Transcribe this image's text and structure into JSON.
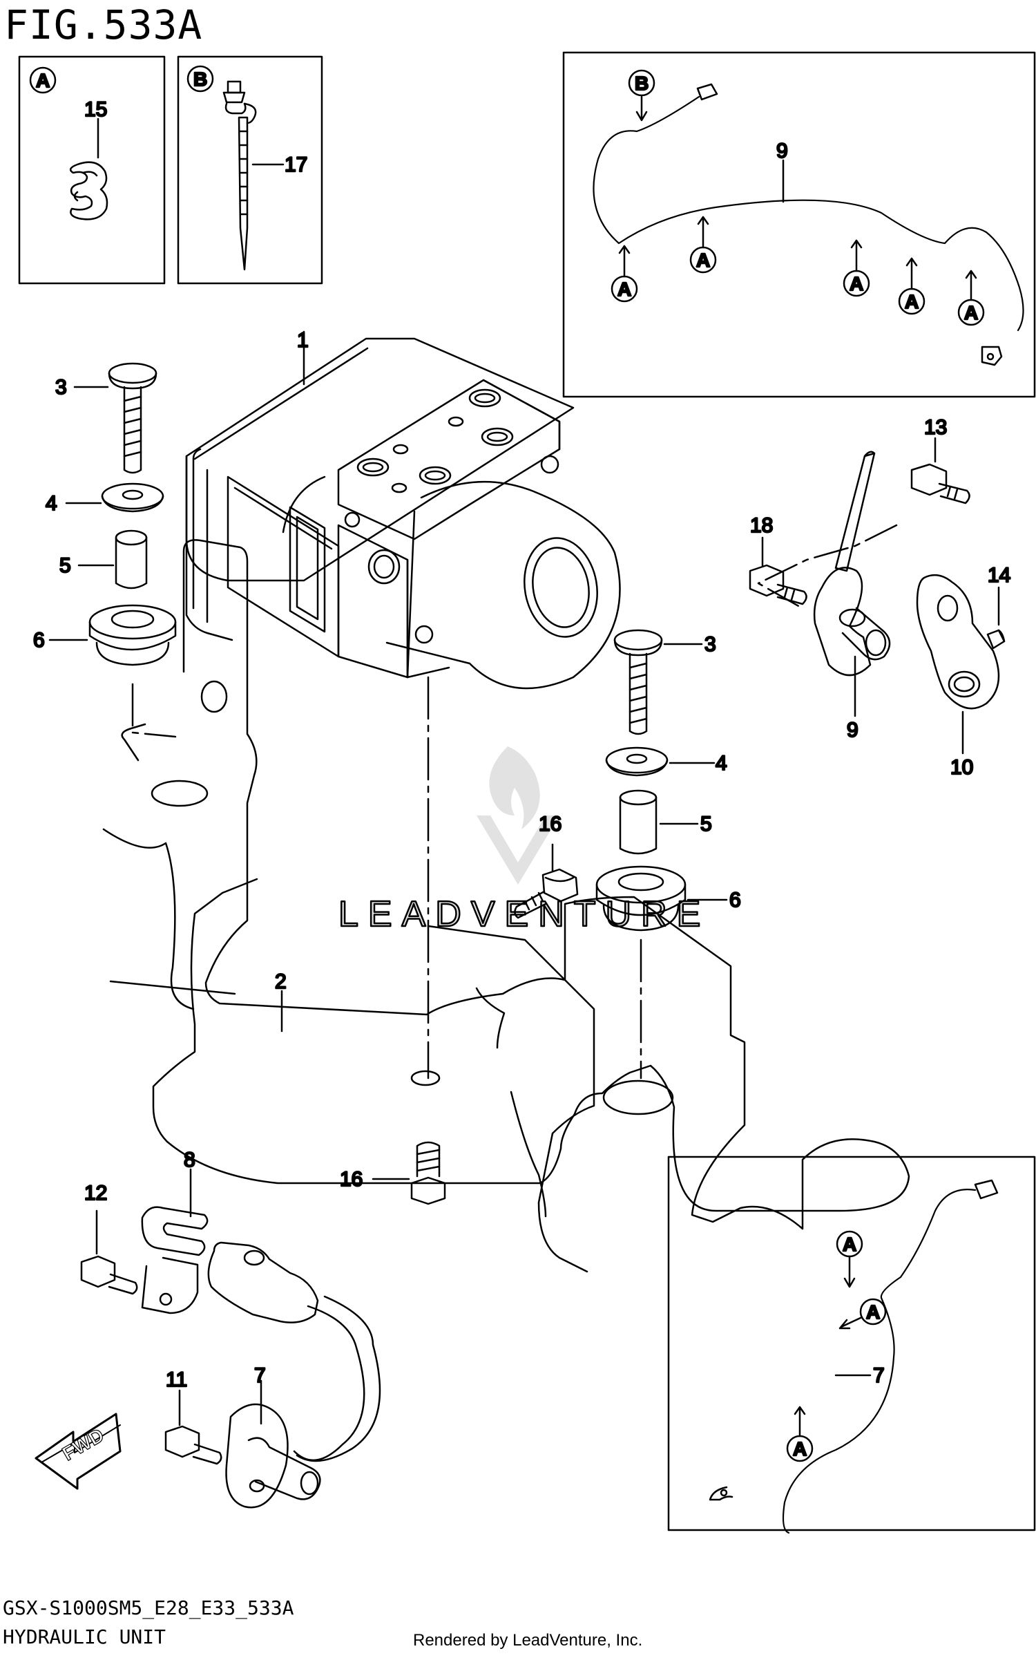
{
  "figure_title": "FIG.533A",
  "model_code": "GSX-S1000SM5_E28_E33_533A",
  "section_name": "HYDRAULIC UNIT",
  "rendered_by": "Rendered by LeadVenture, Inc.",
  "watermark": "LEADVENTURE",
  "inset_labels": {
    "a": "A",
    "b": "B"
  },
  "direction_label": "FWD",
  "part_numbers": {
    "p1": "1",
    "p2": "2",
    "p3": "3",
    "p4": "4",
    "p5": "5",
    "p6": "6",
    "p7": "7",
    "p8": "8",
    "p9": "9",
    "p10": "10",
    "p11": "11",
    "p12": "12",
    "p13": "13",
    "p14": "14",
    "p15": "15",
    "p16": "16",
    "p17": "17",
    "p18": "18"
  },
  "colors": {
    "line": "#000000",
    "watermark": "#d6d6d6",
    "background": "#ffffff"
  }
}
